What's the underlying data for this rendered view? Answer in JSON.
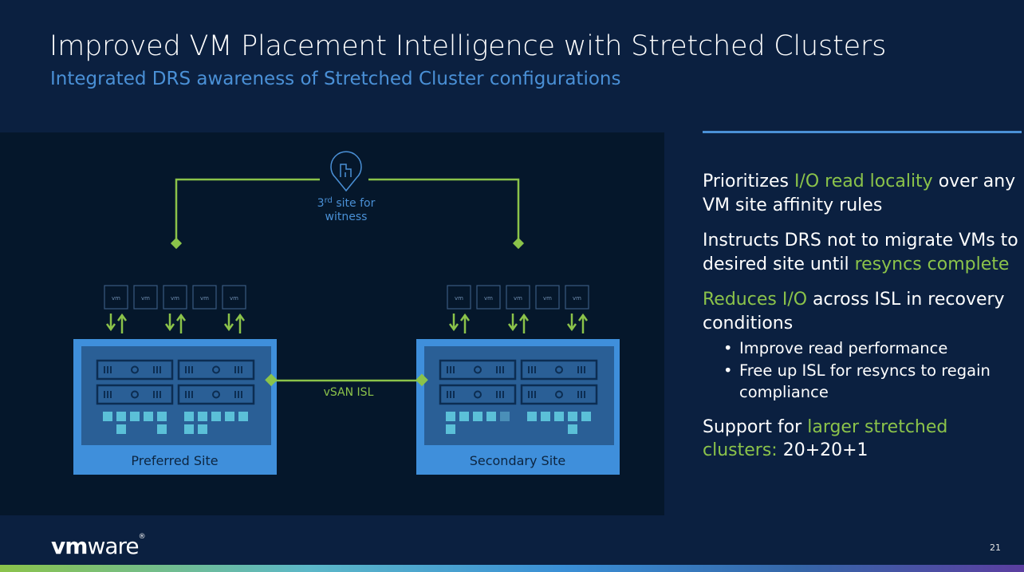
{
  "slide": {
    "title": "Improved VM Placement Intelligence with Stretched Clusters",
    "subtitle": "Integrated DRS awareness of Stretched Cluster configurations",
    "page_number": "21",
    "logo": {
      "bold": "vm",
      "regular": "ware",
      "mark": "®"
    }
  },
  "colors": {
    "background": "#0b2040",
    "diagram_bg": "#05172b",
    "accent_blue": "#4a90d6",
    "accent_green": "#8bc34a",
    "site_outer": "#3f8fdb",
    "site_inner": "#2a5f96",
    "disk": "#5bc0d8"
  },
  "diagram": {
    "witness": {
      "icon": "location-pin-building-icon",
      "label_prefix": "3",
      "label_sup": "rd",
      "label_line1_rest": " site for",
      "label_line2": "witness"
    },
    "isl_label": "vSAN ISL",
    "vm_label": "vm",
    "sites": [
      {
        "name": "Preferred Site",
        "vm_count": 5,
        "disk_rows": [
          [
            1,
            1,
            1,
            1,
            1,
            0,
            1,
            1,
            1,
            1,
            1
          ],
          [
            0,
            1,
            0,
            0,
            1,
            0,
            1,
            1,
            0,
            0,
            0
          ]
        ]
      },
      {
        "name": "Secondary Site",
        "vm_count": 5,
        "disk_rows": [
          [
            1,
            1,
            1,
            1,
            2,
            0,
            1,
            1,
            1,
            1,
            1
          ],
          [
            1,
            0,
            0,
            0,
            0,
            0,
            0,
            0,
            0,
            1,
            0
          ]
        ]
      }
    ]
  },
  "points": {
    "p1": {
      "a": "Prioritizes ",
      "b": "I/O read locality",
      "c": " over any VM site affinity rules"
    },
    "p2": {
      "a": "Instructs DRS not to migrate VMs to desired site until ",
      "b": "resyncs complete"
    },
    "p3": {
      "a": "Reduces I/O",
      "b": " across ISL in recovery conditions"
    },
    "sub": [
      "Improve read performance",
      "Free up ISL for resyncs to regain compliance"
    ],
    "p4": {
      "a": "Support for ",
      "b": "larger stretched clusters:",
      "c": "  20+20+1"
    }
  }
}
